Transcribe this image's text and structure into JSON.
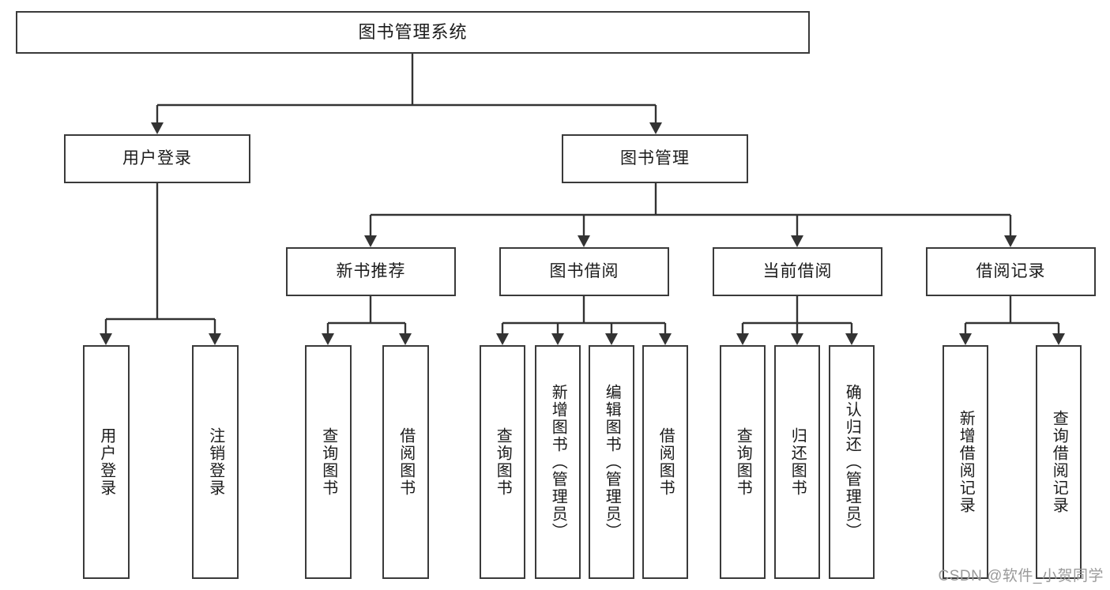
{
  "diagram": {
    "type": "tree-hierarchy",
    "title": "图书管理系统",
    "watermark": "CSDN @软件_小贺同学",
    "colors": {
      "box_border": "#3a3a3a",
      "connector": "#333333",
      "background": "#ffffff",
      "text": "#1b1b1b",
      "watermark": "#9a9a9a"
    },
    "root": {
      "id": "root",
      "label": "图书管理系统"
    },
    "level2": [
      {
        "id": "n-user-login",
        "label": "用户登录"
      },
      {
        "id": "n-book-manage",
        "label": "图书管理"
      }
    ],
    "level3": [
      {
        "id": "n-new-book-rec",
        "label": "新书推荐",
        "parent": "n-book-manage"
      },
      {
        "id": "n-book-borrow",
        "label": "图书借阅",
        "parent": "n-book-manage"
      },
      {
        "id": "n-current-borrow",
        "label": "当前借阅",
        "parent": "n-book-manage"
      },
      {
        "id": "n-borrow-record",
        "label": "借阅记录",
        "parent": "n-book-manage"
      }
    ],
    "leaves": [
      {
        "id": "leaf-user-login",
        "label": "用户登录",
        "parent": "n-user-login"
      },
      {
        "id": "leaf-logout",
        "label": "注销登录",
        "parent": "n-user-login"
      },
      {
        "id": "leaf-query-book-1",
        "label": "查询图书",
        "parent": "n-new-book-rec"
      },
      {
        "id": "leaf-borrow-book-1",
        "label": "借阅图书",
        "parent": "n-new-book-rec"
      },
      {
        "id": "leaf-query-book-2",
        "label": "查询图书",
        "parent": "n-book-borrow"
      },
      {
        "id": "leaf-add-book",
        "label": "新增图书（管理员）",
        "parent": "n-book-borrow"
      },
      {
        "id": "leaf-edit-book",
        "label": "编辑图书（管理员）",
        "parent": "n-book-borrow"
      },
      {
        "id": "leaf-borrow-book-2",
        "label": "借阅图书",
        "parent": "n-book-borrow"
      },
      {
        "id": "leaf-query-book-3",
        "label": "查询图书",
        "parent": "n-current-borrow"
      },
      {
        "id": "leaf-return-book",
        "label": "归还图书",
        "parent": "n-current-borrow"
      },
      {
        "id": "leaf-confirm-return",
        "label": "确认归还（管理员）",
        "parent": "n-current-borrow"
      },
      {
        "id": "leaf-add-record",
        "label": "新增借阅记录",
        "parent": "n-borrow-record"
      },
      {
        "id": "leaf-query-record",
        "label": "查询借阅记录",
        "parent": "n-borrow-record"
      }
    ]
  }
}
